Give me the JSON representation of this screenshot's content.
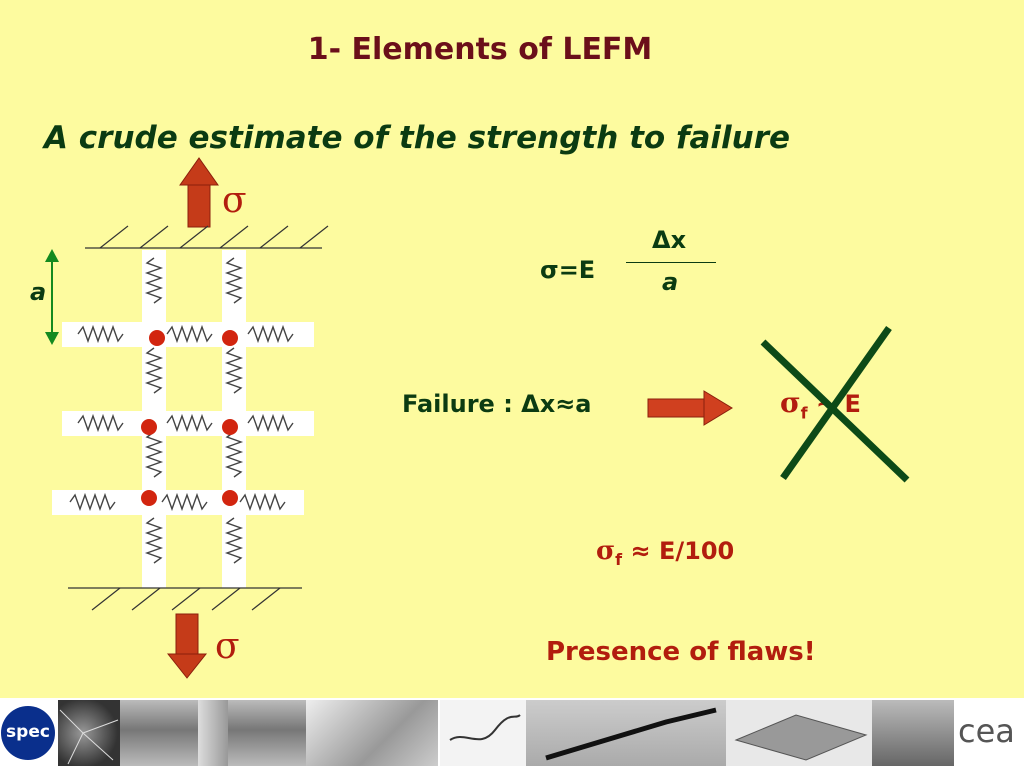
{
  "slide": {
    "title": "1- Elements of LEFM",
    "subtitle": "A crude estimate of the strength to failure"
  },
  "diagram": {
    "sigma_top": "σ",
    "sigma_bottom": "σ",
    "spacing_label": "a"
  },
  "equations": {
    "sigma_eq_lhs": "σ=E",
    "frac_num": "Δx",
    "frac_den": "a",
    "failure_text": "Failure : Δx≈a",
    "crossed_sigma": "σ",
    "crossed_sub": "f",
    "crossed_rest": " ~ E",
    "result_sigma": "σ",
    "result_sub": "f",
    "result_rest": " ≈ E/100",
    "flaws": "Presence of flaws!"
  },
  "footer": {
    "left_logo": "spec",
    "right_logo": "cea"
  },
  "colors": {
    "background": "#fdfb9f",
    "title": "#6b0f1a",
    "text_green": "#0b3b12",
    "accent_red": "#b21d0e"
  }
}
